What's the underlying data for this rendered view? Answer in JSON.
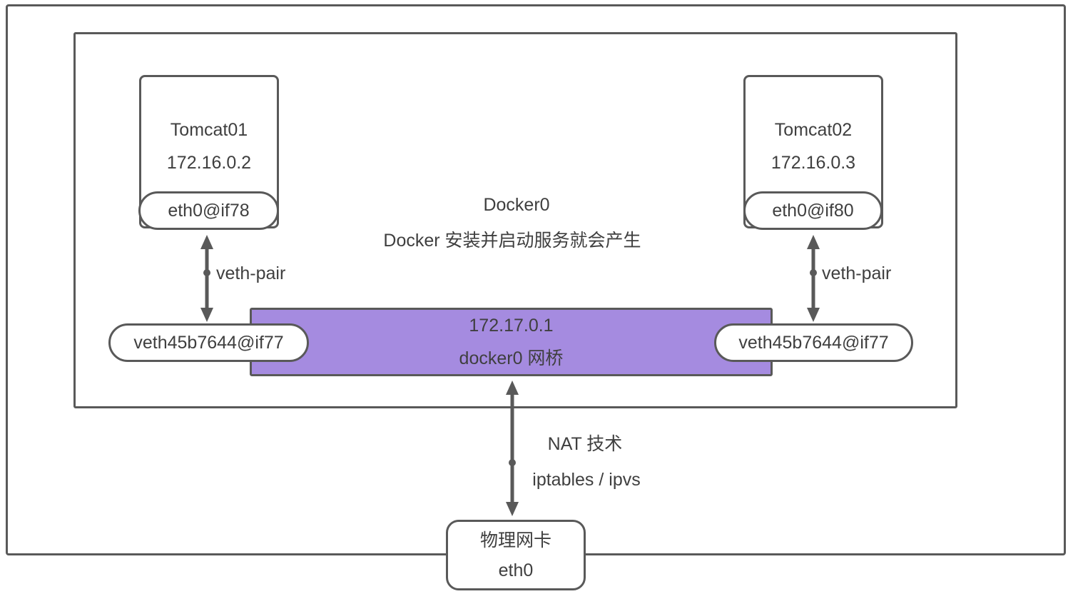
{
  "diagram": {
    "title_area": {
      "docker_label": "Docker0",
      "docker_note": "Docker 安装并启动服务就会产生"
    },
    "containers": [
      {
        "name": "Tomcat01",
        "ip": "172.16.0.2",
        "interface": "eth0@if78"
      },
      {
        "name": "Tomcat02",
        "ip": "172.16.0.3",
        "interface": "eth0@if80"
      }
    ],
    "bridge": {
      "ip": "172.17.0.1",
      "name": "docker0 网桥"
    },
    "veth_interfaces": {
      "left": "veth45b7644@if77",
      "right": "veth45b7644@if77"
    },
    "veth_pair_labels": {
      "left": "veth-pair",
      "right": "veth-pair"
    },
    "nat": {
      "line1": "NAT 技术",
      "line2": "iptables / ipvs"
    },
    "nic": {
      "name": "物理网卡",
      "interface": "eth0"
    },
    "colors": {
      "border": "#595959",
      "text": "#3f3f3f",
      "bridge_fill": "#a58be0"
    }
  }
}
